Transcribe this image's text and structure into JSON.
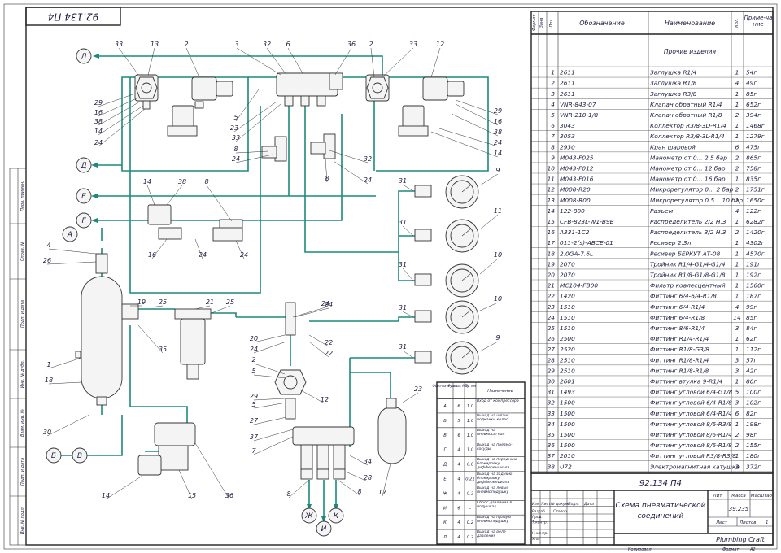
{
  "drawing": {
    "stamp_rotated": "92.134 П4",
    "code": "92.134 П4",
    "title_line1": "Схема пневматической",
    "title_line2": "соединений",
    "mass": "39.235",
    "sheet_label": "Лист",
    "sheets_label": "Листов",
    "sheets_count": "1",
    "company": "Plumbing Craft",
    "format_label": "Формат",
    "format_value": "А2",
    "copied_label": "Копировал",
    "lit_label": "Лит",
    "mass_label": "Масса",
    "scale_label": "Масштаб",
    "roles": [
      "Изм",
      "Лист",
      "№ докум.",
      "Подп.",
      "Дата"
    ],
    "role_rows": [
      "Разраб.",
      "Пров.",
      "Т.контр.",
      "",
      "Н.контр.",
      "Утв."
    ],
    "role_names": [
      "Стопор",
      "",
      "",
      "",
      "",
      ""
    ],
    "left_strip": [
      "Перв. примен.",
      "Справ. №",
      "Подп. и дата",
      "Инв. № дубл.",
      "Взам. инв. №",
      "Подп. и дата",
      "Инв. № подл."
    ]
  },
  "spec": {
    "headers": [
      "Формат",
      "Зона",
      "Поз.",
      "Обозначение",
      "Наименование",
      "Кол.",
      "Приме-чание"
    ],
    "section": "Прочие изделия",
    "rows": [
      [
        "1",
        "2611",
        "Заглушка R1/4",
        "1",
        "54г"
      ],
      [
        "2",
        "2611",
        "Заглушка R1/8",
        "4",
        "49г"
      ],
      [
        "3",
        "2611",
        "Заглушка R3/8",
        "1",
        "85г"
      ],
      [
        "4",
        "VNR-843-07",
        "Клапан обратный R1/4",
        "1",
        "652г"
      ],
      [
        "5",
        "VNR-210-1/8",
        "Клапан обратный R1/8",
        "2",
        "394г"
      ],
      [
        "6",
        "3043",
        "Коллектор R3/8-3D-R1/4",
        "1",
        "1468г"
      ],
      [
        "7",
        "3053",
        "Коллектор R3/8-3L-R1/4",
        "1",
        "1279г"
      ],
      [
        "8",
        "2930",
        "Кран шаровой",
        "6",
        "475г"
      ],
      [
        "9",
        "M043-F025",
        "Манометр от 0... 2.5 бар",
        "2",
        "865г"
      ],
      [
        "10",
        "M043-F012",
        "Манометр от 0... 12 бар",
        "2",
        "758г"
      ],
      [
        "11",
        "M043-F016",
        "Манометр от 0... 16 бар",
        "1",
        "835г"
      ],
      [
        "12",
        "M008-R20",
        "Микрорегулятор 0... 2 бар",
        "2",
        "1751г"
      ],
      [
        "13",
        "M008-R00",
        "Микрорегулятор 0.5... 10 бар",
        "1",
        "1650г"
      ],
      [
        "14",
        "122-800",
        "Разъем",
        "4",
        "122г"
      ],
      [
        "15",
        "CFB-823L-W1-B9B",
        "Распределитель 2/2 Н.З",
        "1",
        "6282г"
      ],
      [
        "16",
        "A331-1C2",
        "Распределитель 3/2 Н.З",
        "2",
        "1420г"
      ],
      [
        "17",
        "011-2(s)-ABCE-01",
        "Ресивер 2.3л",
        "1",
        "4302г"
      ],
      [
        "18",
        "2.0GA-7.6L",
        "Ресивер БЕРКУТ АТ-08",
        "1",
        "4570г"
      ],
      [
        "19",
        "2070",
        "Тройник R1/4-G1/4-G1/4",
        "1",
        "191г"
      ],
      [
        "20",
        "2070",
        "Тройник R1/8-G1/8-G1/8",
        "1",
        "192г"
      ],
      [
        "21",
        "MC104-FB00",
        "Фильтр коалесцентный",
        "1",
        "1560г"
      ],
      [
        "22",
        "1420",
        "Фиттинг 6/4-6/4-R1/8",
        "1",
        "187г"
      ],
      [
        "23",
        "1510",
        "Фиттинг 6/4-R1/4",
        "4",
        "99г"
      ],
      [
        "24",
        "1510",
        "Фиттинг 6/4-R1/8",
        "14",
        "85г"
      ],
      [
        "25",
        "1510",
        "Фиттинг 8/6-R1/4",
        "3",
        "84г"
      ],
      [
        "26",
        "2500",
        "Фиттинг R1/4-R1/4",
        "1",
        "62г"
      ],
      [
        "27",
        "2520",
        "Фиттинг R1/8-G3/8",
        "1",
        "112г"
      ],
      [
        "28",
        "2510",
        "Фиттинг R1/8-R1/4",
        "3",
        "57г"
      ],
      [
        "29",
        "2510",
        "Фиттинг R1/8-R1/8",
        "3",
        "42г"
      ],
      [
        "30",
        "2601",
        "Фиттинг втулка 9-R1/4",
        "1",
        "80г"
      ],
      [
        "31",
        "1493",
        "Фиттинг угловой 6/4-G1/8",
        "5",
        "100г"
      ],
      [
        "32",
        "1500",
        "Фиттинг угловой 6/4-R1/8",
        "3",
        "102г"
      ],
      [
        "33",
        "1500",
        "Фиттинг угловой 6/4-R1/4",
        "6",
        "82г"
      ],
      [
        "34",
        "1500",
        "Фиттинг угловой 8/6-R3/8",
        "1",
        "198г"
      ],
      [
        "35",
        "1500",
        "Фиттинг угловой 8/6-R1/4",
        "2",
        "98г"
      ],
      [
        "36",
        "1500",
        "Фиттинг угловой 8/6-R1/8",
        "2",
        "155г"
      ],
      [
        "37",
        "2010",
        "Фиттинг угловой R3/8-R3/8",
        "1",
        "180г"
      ],
      [
        "38",
        "U72",
        "Электромагнитная катушка",
        "3",
        "372г"
      ]
    ]
  },
  "legend": {
    "headers": [
      "Обоз-наче-ние",
      "Ру, max МПа",
      "Dу, мм",
      "Назначение"
    ],
    "rows": [
      [
        "А",
        "6",
        "1.0",
        "Вход от компрессора"
      ],
      [
        "Б",
        "5",
        "1.0",
        "Выход на шланг подкачки колес"
      ],
      [
        "В",
        "6",
        "1.0",
        "Выход на пневмосигнал"
      ],
      [
        "Г",
        "4",
        "1.0",
        "Выход на пневмо-сосуды"
      ],
      [
        "Д",
        "4",
        "0.8",
        "Выход на переднюю блокировку дифференциала"
      ],
      [
        "Е",
        "4",
        "0.21",
        "Выход на заднюю блокировку дифференциала"
      ],
      [
        "Ж",
        "4",
        "0.2",
        "Выход на левые пневмоподушку"
      ],
      [
        "И",
        "6",
        "-",
        "Сброс давления в подушках"
      ],
      [
        "К",
        "4",
        "0.2",
        "Выход на правую пневмоподушку"
      ],
      [
        "Л",
        "4",
        "0.2",
        "Выход на реле давления"
      ]
    ]
  },
  "ports": {
    "L": "Л",
    "D": "Д",
    "E": "Е",
    "G": "Г",
    "A": "А",
    "B": "Б",
    "V": "В",
    "Zh": "Ж",
    "I": "И",
    "K": "К"
  },
  "callouts": [
    "33",
    "13",
    "2",
    "3",
    "32",
    "6",
    "36",
    "2",
    "33",
    "12",
    "29",
    "16",
    "38",
    "14",
    "24",
    "5",
    "23",
    "33",
    "8",
    "24",
    "32",
    "8",
    "24",
    "29",
    "16",
    "38",
    "24",
    "14",
    "31",
    "9",
    "31",
    "11",
    "31",
    "10",
    "31",
    "10",
    "31",
    "9",
    "14",
    "38",
    "8",
    "16",
    "24",
    "24",
    "4",
    "26",
    "19",
    "25",
    "21",
    "25",
    "24",
    "1",
    "18",
    "35",
    "30",
    "2",
    "5",
    "20",
    "24",
    "22",
    "22",
    "24",
    "29",
    "5",
    "12",
    "27",
    "37",
    "7",
    "23",
    "17",
    "34",
    "28",
    "8",
    "8",
    "14",
    "15",
    "36"
  ],
  "colors": {
    "pipe": "#1c8a7a",
    "line": "#222222",
    "text": "#1a1a40"
  }
}
